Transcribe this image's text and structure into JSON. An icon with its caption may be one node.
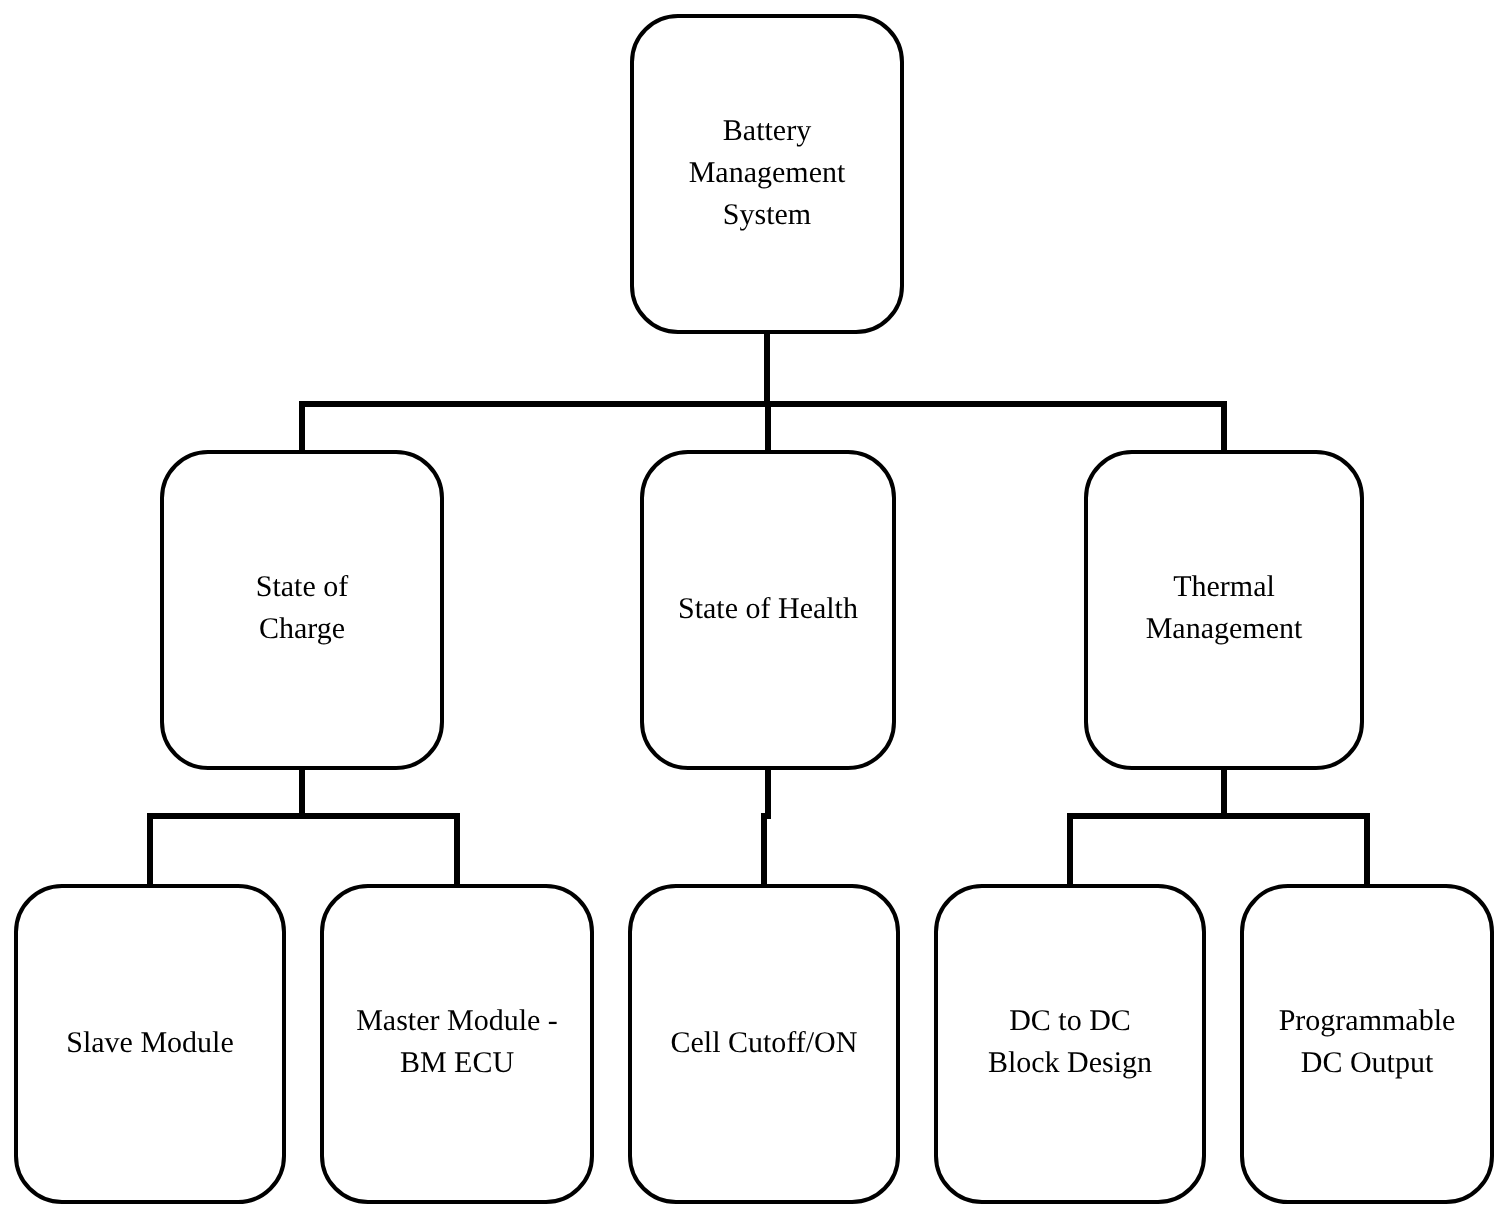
{
  "diagram": {
    "nodes": [
      {
        "text": [
          "Battery Management System"
        ]
      },
      {
        "text": [
          "State of Charge"
        ]
      },
      {
        "text": [
          "State of Health"
        ]
      },
      {
        "text": [
          "Thermal Management"
        ]
      },
      {
        "text": [
          "Slave Module"
        ]
      },
      {
        "text": [
          "Master Module -BM ECU"
        ]
      },
      {
        "text": [
          "Cell Cutoff/ON"
        ]
      },
      {
        "text": [
          "DC to DC Block Design"
        ]
      },
      {
        "text": [
          "Programmable DC Output"
        ]
      }
    ],
    "edges": [
      {
        "from": 0,
        "to": 1,
        "arrow": "none"
      },
      {
        "from": 0,
        "to": 2,
        "arrow": "none"
      },
      {
        "from": 0,
        "to": 3,
        "arrow": "none"
      },
      {
        "from": 1,
        "to": 4,
        "arrow": "none"
      },
      {
        "from": 1,
        "to": 5,
        "arrow": "none"
      },
      {
        "from": 2,
        "to": 6,
        "arrow": "none"
      },
      {
        "from": 3,
        "to": 7,
        "arrow": "none"
      },
      {
        "from": 3,
        "to": 8,
        "arrow": "none"
      }
    ]
  }
}
